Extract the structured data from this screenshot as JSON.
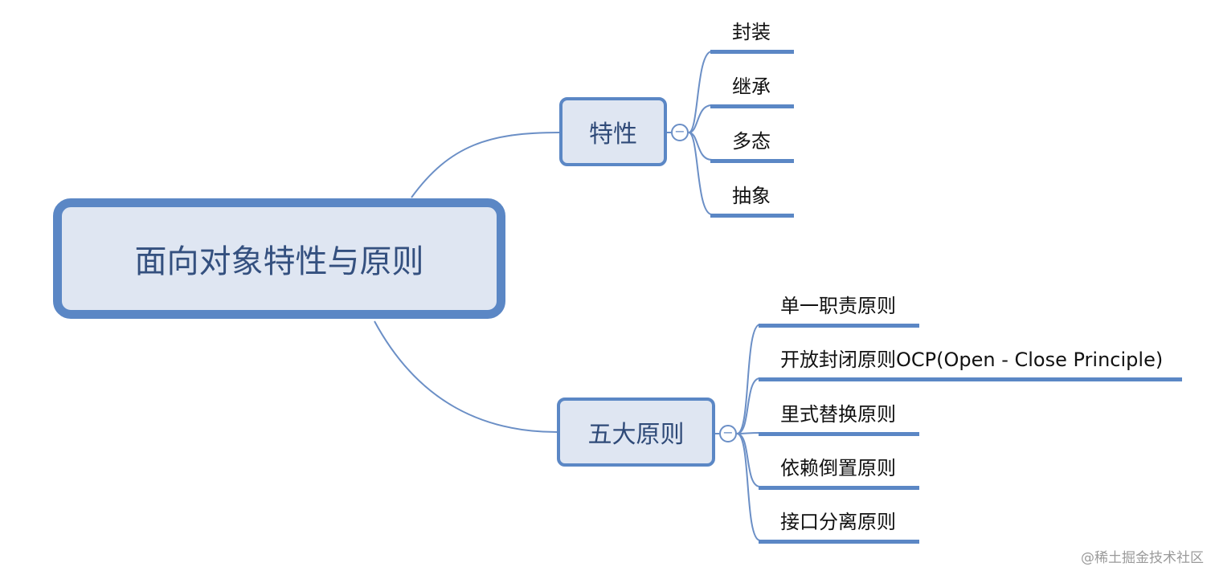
{
  "root": {
    "label": "面向对象特性与原则"
  },
  "branches": [
    {
      "label": "特性",
      "collapse_symbol": "−",
      "children": [
        "封装",
        "继承",
        "多态",
        "抽象"
      ]
    },
    {
      "label": "五大原则",
      "collapse_symbol": "−",
      "children": [
        "单一职责原则",
        "开放封闭原则OCP(Open - Close Principle)",
        "里式替换原则",
        "依赖倒置原则",
        "接口分离原则"
      ]
    }
  ],
  "watermark": "@稀土掘金技术社区",
  "colors": {
    "node_fill": "#dfe6f2",
    "node_border": "#5b87c5",
    "connector": "#6b8fc6",
    "text_dark": "#2f4a78"
  }
}
